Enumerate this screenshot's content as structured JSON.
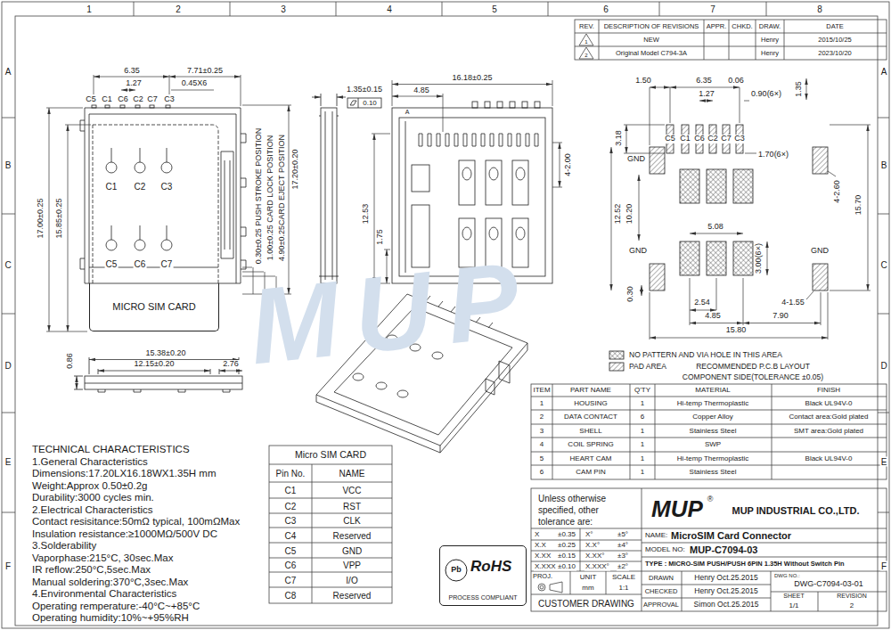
{
  "diagram": {
    "nodes": [
      {
        "text": [
          "MICRO SIM CARD"
        ]
      },
      {
        "text": [
          "RoHS",
          "PROCESS COMPLIANT"
        ]
      }
    ],
    "labels": [
      "1",
      "2",
      "3",
      "4",
      "5",
      "6",
      "7",
      "8",
      "A",
      "B",
      "C",
      "D",
      "E",
      "F",
      "A",
      "B",
      "C",
      "D",
      "E",
      "F",
      "REV.",
      "DESCRIPTION OF REVISIONS",
      "APPR.",
      "CHKD.",
      "DRAW.",
      "DATE",
      "1",
      "NEW",
      "Henry",
      "2015/10/25",
      "2",
      "Original Model C794-3A",
      "Henry",
      "2023/10/20",
      "6.35",
      "7.71±0.25",
      "1.27",
      "0.45X6",
      "C5",
      "C1",
      "C6",
      "C2",
      "C7",
      "C3",
      "C1",
      "C2",
      "C3",
      "C5",
      "C6",
      "C7",
      "17.00±0.25",
      "15.85±0.25",
      "0.30±0.25 PUSH STROKE POSITION",
      "1.00±0.25 CARD LOCK POSITION",
      "4.90±0.25CARD EJECT POSITION",
      "17.20±0.20",
      "1.35±0.15",
      "0.10",
      "0.86",
      "15.38±0.20",
      "12.15±0.20",
      "2.76",
      "16.18±0.25",
      "4.85",
      "A",
      "12.53",
      "1.75",
      "4-2.00",
      "1.50",
      "6.35",
      "0.06",
      "1.27",
      "0.90(6×)",
      "1.35",
      "3.18",
      "C5",
      "C1",
      "C6",
      "C2",
      "C7",
      "C3",
      "GND",
      "1.70(6×)",
      "4-2.60",
      "15.70",
      "12.52",
      "10.20",
      "5.08",
      "3.00(6×)",
      "GND",
      "GND",
      "0.30",
      "2.54",
      "4.85",
      "4-1.55",
      "7.90",
      "15.80",
      "RECOMMENDED P.C.B LAYOUT",
      "COMPONENT SIDE(TOLERANCE ±0.05)",
      "ITEM",
      "PART NAME",
      "Q'TY",
      "MATERIAL",
      "FINISH",
      "1",
      "HOUSING",
      "1",
      "Hi-temp Thermoplastic",
      "Black UL94V-0",
      "2",
      "DATA CONTACT",
      "6",
      "Copper Alloy",
      "Contact area:Gold plated",
      "3",
      "SHELL",
      "1",
      "Stainless Steel",
      "SMT area:Gold plated",
      "4",
      "COIL SPRING",
      "1",
      "SWP",
      "5",
      "HEART CAM",
      "1",
      "Hi-temp Thermoplastic",
      "Black UL94V-0",
      "6",
      "CAM PIN",
      "1",
      "Stainless Steel",
      "TECHNICAL CHARACTERISTICS",
      "1.General Characteristics",
      "Dimensions:17.20LX16.18WX1.35H mm",
      "Weight:Approx 0.50±0.2g",
      "Durability:3000 cycles min.",
      "2.Electrical Characteristics",
      "Contact resisitance:50mΩ typical, 100mΩMax",
      "Insulation resistance:≥1000MΩ/500V DC",
      "3.Solderability",
      "Vaporphase:215°C, 30sec.Max",
      "IR reflow:250°C,5sec.Max",
      "Manual soldering:370°C,3sec.Max",
      "4.Environmental Characteristics",
      "Operating remperature:-40°C~+85°C",
      "Operating humidity:10%~+95%RH",
      "Micro SIM CARD",
      "Pin No.",
      "NAME",
      "C1",
      "VCC",
      "C2",
      "RST",
      "C3",
      "CLK",
      "C4",
      "Reserved",
      "C5",
      "GND",
      "C6",
      "VPP",
      "C7",
      "I/O",
      "C8",
      "Reserved",
      "Unless otherwise specified, other tolerance are:",
      "X",
      "±0.35",
      "X°",
      "±5°",
      "X.X",
      "±0.25",
      "X.X°",
      "±4°",
      "X.XX",
      "±0.15",
      "X.XX°",
      "±3°",
      "X.XXX",
      "±0.10",
      "X.XXX°",
      "±2°",
      "PROJ.",
      "UNIT",
      "mm",
      "SCALE",
      "1:1",
      "CUSTOMER DRAWING",
      "MUP",
      "®",
      "MUP INDUSTRIAL CO.,LTD.",
      "NAME:",
      "MicroSIM Card Connector",
      "MODEL NO:",
      "MUP-C7094-03",
      "TYPE : MICRO-SIM PUSH/PUSH 6PIN 1.35H Without Switch Pin",
      "DRAWN",
      "Henry Oct.25.2015",
      "CHECKED",
      "Henry Oct.25.2015",
      "APPROVAL",
      "Simon Oct.25.2015",
      "DWG NO.:",
      "DWG-C7094-03-01",
      "SHEET",
      "1/1",
      "REVISION",
      "2",
      "Pb",
      "MUP"
    ],
    "legend": [
      {
        "text": "NO PATTERN AND VIA HOLE IN THIS AREA"
      },
      {
        "text": "PAD AREA"
      }
    ]
  }
}
